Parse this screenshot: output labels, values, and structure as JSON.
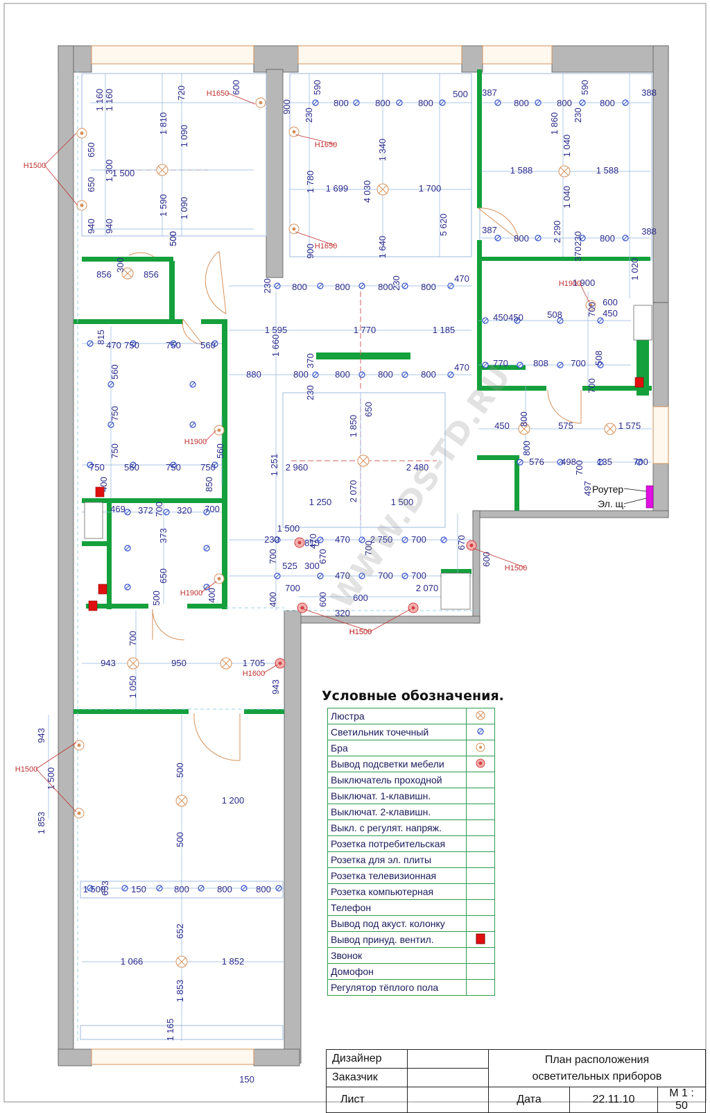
{
  "page": {
    "legend_title": "Условные обозначения.",
    "watermark": "WWW.DS-TD.RU"
  },
  "colors": {
    "wall": "#b7b7b7",
    "partition": "#14a03c",
    "dim": "#2b2b8c",
    "spot": "#3050c8",
    "lamp": "#d4905a",
    "red": "#e01010",
    "magenta": "#e010e0"
  },
  "legend": [
    {
      "label": "Люстра",
      "icon": "chandelier-icon"
    },
    {
      "label": "Светильник точечный",
      "icon": "spotlight-icon"
    },
    {
      "label": "Бра",
      "icon": "sconce-icon"
    },
    {
      "label": "Вывод подсветки мебели",
      "icon": "furniture-light-icon"
    },
    {
      "label": "Выключатель проходной",
      "icon": ""
    },
    {
      "label": "Выключат. 1-клавишн.",
      "icon": ""
    },
    {
      "label": "Выключат. 2-клавишн.",
      "icon": ""
    },
    {
      "label": "Выкл. с регулят. напряж.",
      "icon": ""
    },
    {
      "label": "Розетка потребительская",
      "icon": ""
    },
    {
      "label": "Розетка для эл. плиты",
      "icon": ""
    },
    {
      "label": "Розетка телевизионная",
      "icon": ""
    },
    {
      "label": "Розетка компьютерная",
      "icon": ""
    },
    {
      "label": "Телефон",
      "icon": ""
    },
    {
      "label": "Вывод под акуст. колонку",
      "icon": ""
    },
    {
      "label": "Вывод принуд. вентил.",
      "icon": "vent-icon"
    },
    {
      "label": "Звонок",
      "icon": ""
    },
    {
      "label": "Домофон",
      "icon": ""
    },
    {
      "label": "Регулятор тёплого пола",
      "icon": ""
    }
  ],
  "titleblock": {
    "designer": "Дизайнер",
    "customer": "Заказчик",
    "sheet": "Лист",
    "title_line1": "План расположения",
    "title_line2": "осветительных приборов",
    "date_label": "Дата",
    "date": "22.11.10",
    "scale": "М 1 : 50"
  },
  "annotations": {
    "router": "Роутер",
    "panel": "Эл. щ."
  },
  "heights": [
    "Н1500",
    "Н1650",
    "Н1650",
    "Н1650",
    "Н1500",
    "Н1900",
    "Н1900",
    "Н1900",
    "Н1500",
    "Н1500",
    "Н1600",
    "Н1500"
  ],
  "dims": [
    "1 160",
    "1 160",
    "720",
    "600",
    "1 810",
    "1 090",
    "650",
    "1 300",
    "1 500",
    "650",
    "1 590",
    "1 090",
    "940",
    "940",
    "500",
    "856",
    "300",
    "856",
    "500",
    "590",
    "800",
    "800",
    "800",
    "500",
    "900",
    "230",
    "1 340",
    "1 780",
    "1 699",
    "4 030",
    "1 700",
    "900",
    "1 640",
    "5 620",
    "387",
    "800",
    "800",
    "230",
    "800",
    "388",
    "1 860",
    "590",
    "1 040",
    "1 588",
    "1 588",
    "1 040",
    "387",
    "800",
    "2 290",
    "230",
    "800",
    "388",
    "370",
    "1 020",
    "230",
    "800",
    "800",
    "800",
    "230",
    "800",
    "470",
    "1 595",
    "1 770",
    "1 185",
    "1 660",
    "880",
    "800",
    "370",
    "230",
    "800",
    "800",
    "800",
    "470",
    "1 900",
    "600",
    "450",
    "450",
    "508",
    "700",
    "450",
    "508",
    "770",
    "808",
    "700",
    "700",
    "450",
    "800",
    "575",
    "1 575",
    "800",
    "576",
    "498",
    "700",
    "135",
    "700",
    "497",
    "815",
    "470",
    "750",
    "750",
    "560",
    "560",
    "750",
    "750",
    "750",
    "560",
    "750",
    "750",
    "560",
    "850",
    "400",
    "469",
    "372",
    "700",
    "320",
    "700",
    "373",
    "650",
    "650",
    "1 850",
    "1 251",
    "2 960",
    "2 480",
    "2 070",
    "1 250",
    "1 500",
    "1 500",
    "470",
    "230",
    "815",
    "470",
    "700",
    "2 750",
    "700",
    "700",
    "670",
    "670",
    "600",
    "525",
    "300",
    "470",
    "700",
    "700",
    "700",
    "400",
    "600",
    "600",
    "2 070",
    "400",
    "500",
    "320",
    "700",
    "943",
    "950",
    "1 705",
    "1 050",
    "943",
    "943",
    "500",
    "1 500",
    "1 200",
    "1 853",
    "500",
    "1 500",
    "653",
    "150",
    "800",
    "800",
    "800",
    "652",
    "1 066",
    "1 852",
    "1 853",
    "1 165",
    "150"
  ]
}
